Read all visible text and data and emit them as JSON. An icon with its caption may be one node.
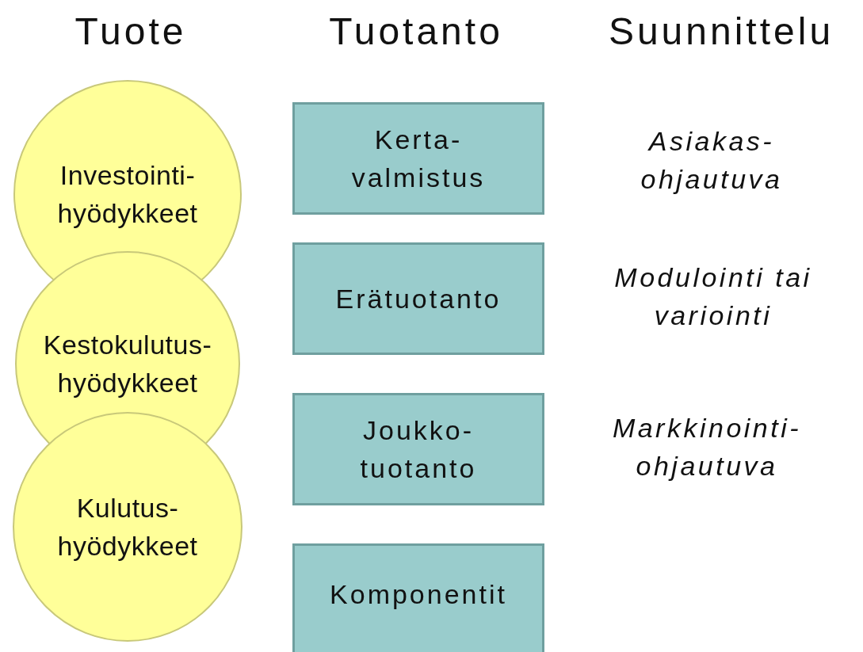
{
  "diagram": {
    "nodes": [
      {
        "text": [
          "Investointi- hyödykkeet"
        ]
      },
      {
        "text": [
          "Kestokulutus- hyödykkeet"
        ]
      },
      {
        "text": [
          "Kulutus- hyödykkeet"
        ]
      },
      {
        "text": [
          "Kerta- valmistus"
        ]
      },
      {
        "text": [
          "Erätuotanto"
        ]
      },
      {
        "text": [
          "Joukko- tuotanto"
        ]
      },
      {
        "text": [
          "Komponentit"
        ]
      }
    ],
    "labels": [
      "Tuote",
      "Tuotanto",
      "Suunnittelu",
      "Asiakas- ohjautuva",
      "Modulointi tai variointi",
      "Markkinointi- ohjautuva"
    ]
  }
}
